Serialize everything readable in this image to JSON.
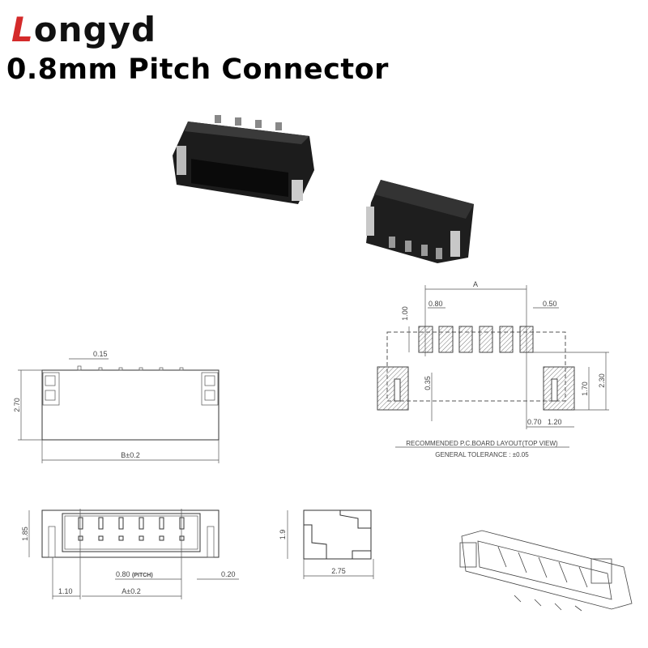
{
  "brand": {
    "name": "Longyd",
    "name_suffix": "ongyd",
    "accent_color": "#d42a2a"
  },
  "title": "0.8mm Pitch Connector",
  "front_view": {
    "dim_height": "2.70",
    "dim_tab": "0.15",
    "dim_width": "B±0.2"
  },
  "pcb_layout": {
    "dim_a": "A",
    "dim_pitch": "0.80",
    "dim_pad_width": "0.50",
    "dim_pad_length": "1.00",
    "dim_offset": "0.35",
    "dim_anchor_height": "1.70",
    "dim_total_height": "2.30",
    "dim_gap": "0.70",
    "dim_anchor_width": "1.20",
    "caption": "RECOMMENDED  P.C.BOARD  LAYOUT(TOP  VIEW)",
    "tolerance": "GENERAL  TOLERANCE  :  ±0.05"
  },
  "bottom_view": {
    "dim_height": "1.85",
    "dim_pitch": "0.80",
    "dim_pitch_label": "(PITCH)",
    "dim_edge": "0.20",
    "dim_side": "1.10",
    "dim_a": "A±0.2"
  },
  "side_view": {
    "dim_height": "1.9",
    "dim_depth": "2.75"
  }
}
